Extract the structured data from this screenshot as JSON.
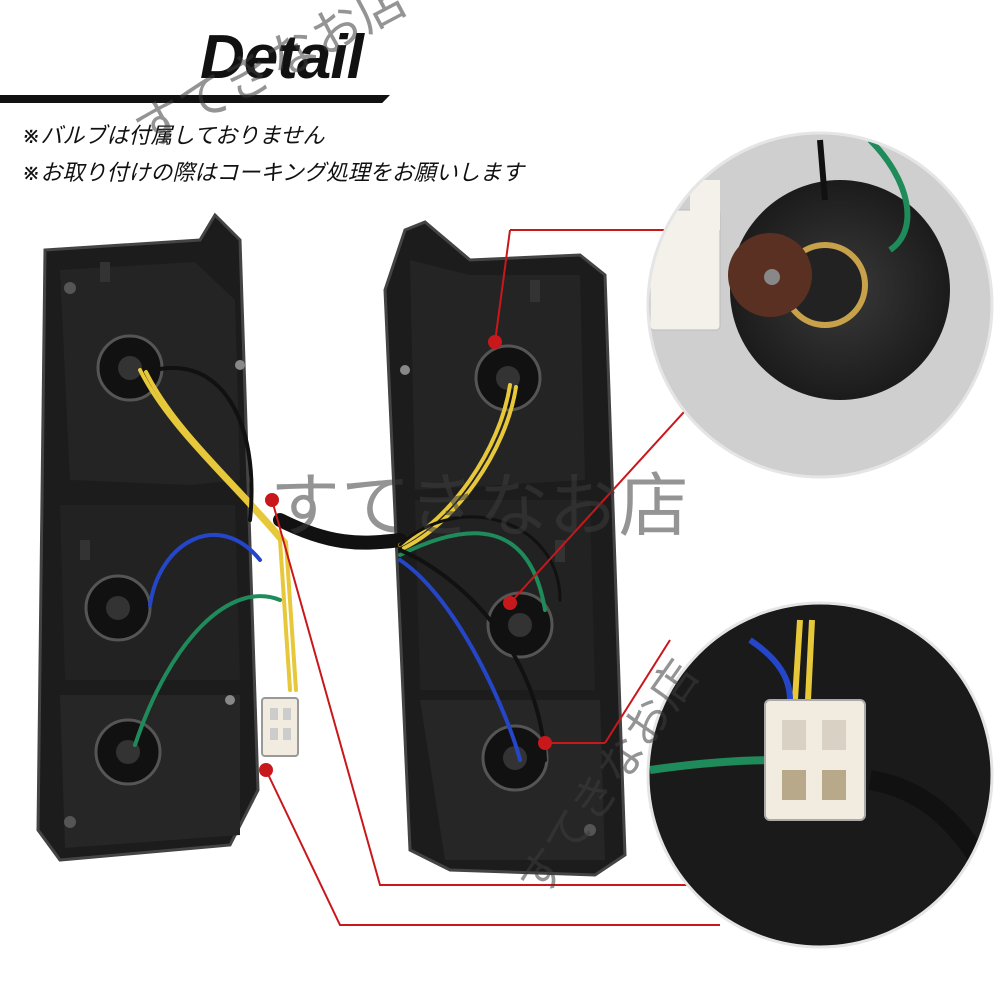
{
  "header": {
    "title": "Detail"
  },
  "notes": [
    "※バルブは付属しておりません",
    "※お取り付けの際はコーキング処理をお願いします"
  ],
  "watermark": {
    "text": "すてきなお店"
  },
  "colors": {
    "callout_line": "#c8181c",
    "housing": "#1c1c1c",
    "wire_yellow": "#e6c83a",
    "wire_green": "#1f8a5a",
    "wire_blue": "#2546c8",
    "wire_black": "#111111",
    "connector": "#f2ece0"
  }
}
